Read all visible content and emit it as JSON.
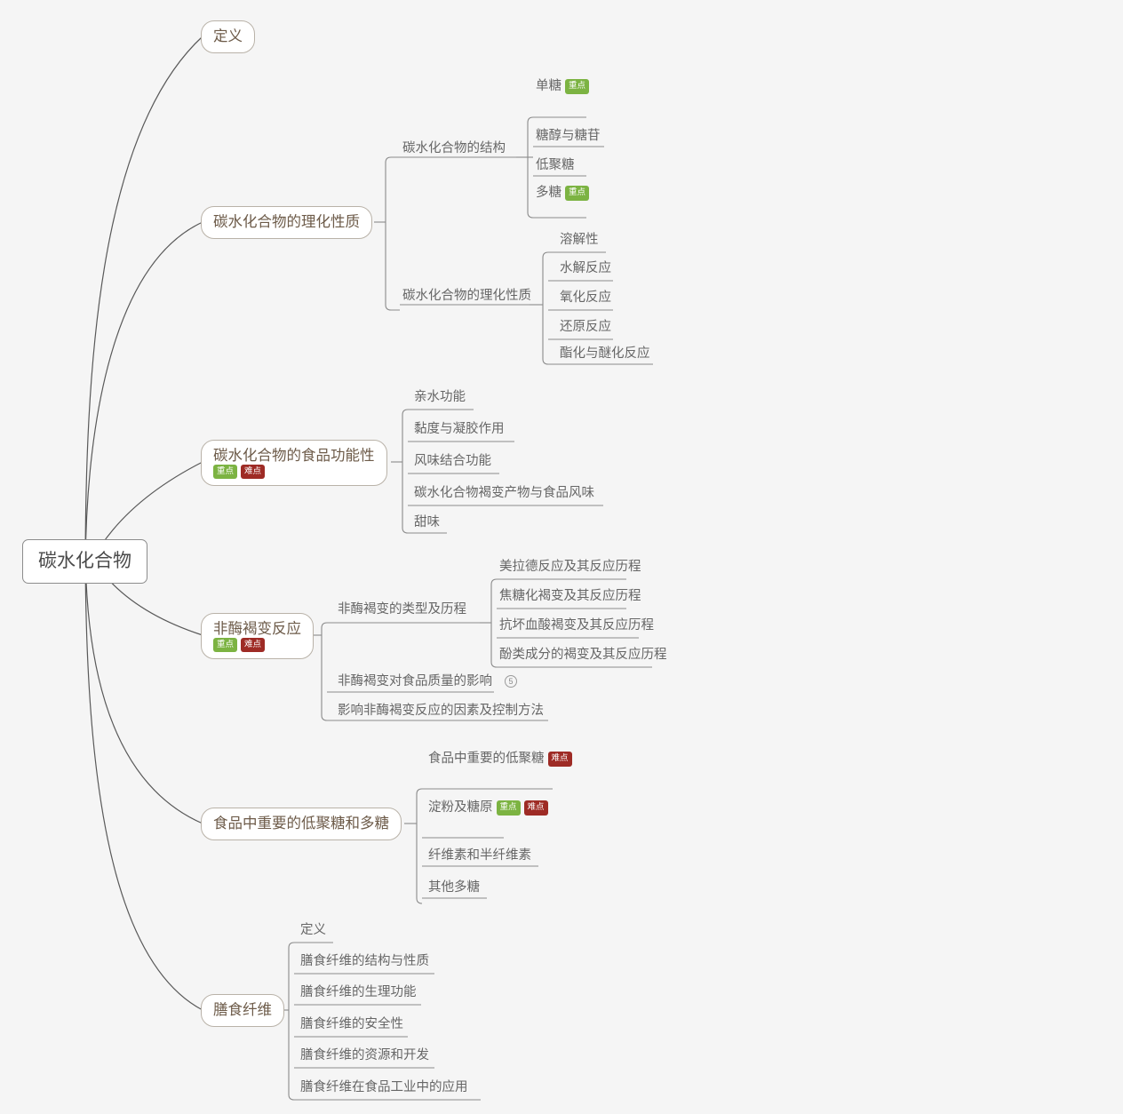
{
  "meta": {
    "background": "#f5f5f5",
    "line_color": "#595959",
    "branch_line_color": "#8a8a8a",
    "root_text_color": "#4a4a4a",
    "level2_text_color": "#6d5b49",
    "leaf_text_color": "#666666",
    "badge_key_color": "#7cb342",
    "badge_hard_color": "#9e2b25"
  },
  "root": {
    "label": "碳水化合物"
  },
  "badges": {
    "key": "重点",
    "hard": "难点"
  },
  "branches": [
    {
      "label": "定义",
      "badges": [],
      "children": []
    },
    {
      "label": "碳水化合物的理化性质",
      "badges": [],
      "children": [
        {
          "label": "碳水化合物的结构",
          "children": [
            {
              "label": "单糖",
              "badges": [
                "重点"
              ]
            },
            {
              "label": "糖醇与糖苷",
              "badges": []
            },
            {
              "label": "低聚糖",
              "badges": []
            },
            {
              "label": "多糖",
              "badges": [
                "重点"
              ]
            }
          ]
        },
        {
          "label": "碳水化合物的理化性质",
          "children": [
            {
              "label": "溶解性",
              "badges": []
            },
            {
              "label": "水解反应",
              "badges": []
            },
            {
              "label": "氧化反应",
              "badges": []
            },
            {
              "label": "还原反应",
              "badges": []
            },
            {
              "label": "酯化与醚化反应",
              "badges": []
            }
          ]
        }
      ]
    },
    {
      "label": "碳水化合物的食品功能性",
      "badges": [
        "重点",
        "难点"
      ],
      "children": [
        {
          "label": "亲水功能",
          "badges": []
        },
        {
          "label": "黏度与凝胶作用",
          "badges": []
        },
        {
          "label": "风味结合功能",
          "badges": []
        },
        {
          "label": "碳水化合物褐变产物与食品风味",
          "badges": []
        },
        {
          "label": "甜味",
          "badges": []
        }
      ]
    },
    {
      "label": "非酶褐变反应",
      "badges": [
        "重点",
        "难点"
      ],
      "children": [
        {
          "label": "非酶褐变的类型及历程",
          "children": [
            {
              "label": "美拉德反应及其反应历程",
              "badges": []
            },
            {
              "label": "焦糖化褐变及其反应历程",
              "badges": []
            },
            {
              "label": "抗坏血酸褐变及其反应历程",
              "badges": []
            },
            {
              "label": "酚类成分的褐变及其反应历程",
              "badges": []
            }
          ]
        },
        {
          "label": "非酶褐变对食品质量的影响",
          "count": "5",
          "children": []
        },
        {
          "label": "影响非酶褐变反应的因素及控制方法",
          "children": []
        }
      ]
    },
    {
      "label": "食品中重要的低聚糖和多糖",
      "badges": [],
      "children": [
        {
          "label": "食品中重要的低聚糖",
          "badges": [
            "难点"
          ]
        },
        {
          "label": "淀粉及糖原",
          "badges": [
            "重点",
            "难点"
          ]
        },
        {
          "label": "纤维素和半纤维素",
          "badges": []
        },
        {
          "label": "其他多糖",
          "badges": []
        }
      ]
    },
    {
      "label": "膳食纤维",
      "badges": [],
      "children": [
        {
          "label": "定义",
          "badges": []
        },
        {
          "label": "膳食纤维的结构与性质",
          "badges": []
        },
        {
          "label": "膳食纤维的生理功能",
          "badges": []
        },
        {
          "label": "膳食纤维的安全性",
          "badges": []
        },
        {
          "label": "膳食纤维的资源和开发",
          "badges": []
        },
        {
          "label": "膳食纤维在食品工业中的应用",
          "badges": []
        }
      ]
    }
  ]
}
